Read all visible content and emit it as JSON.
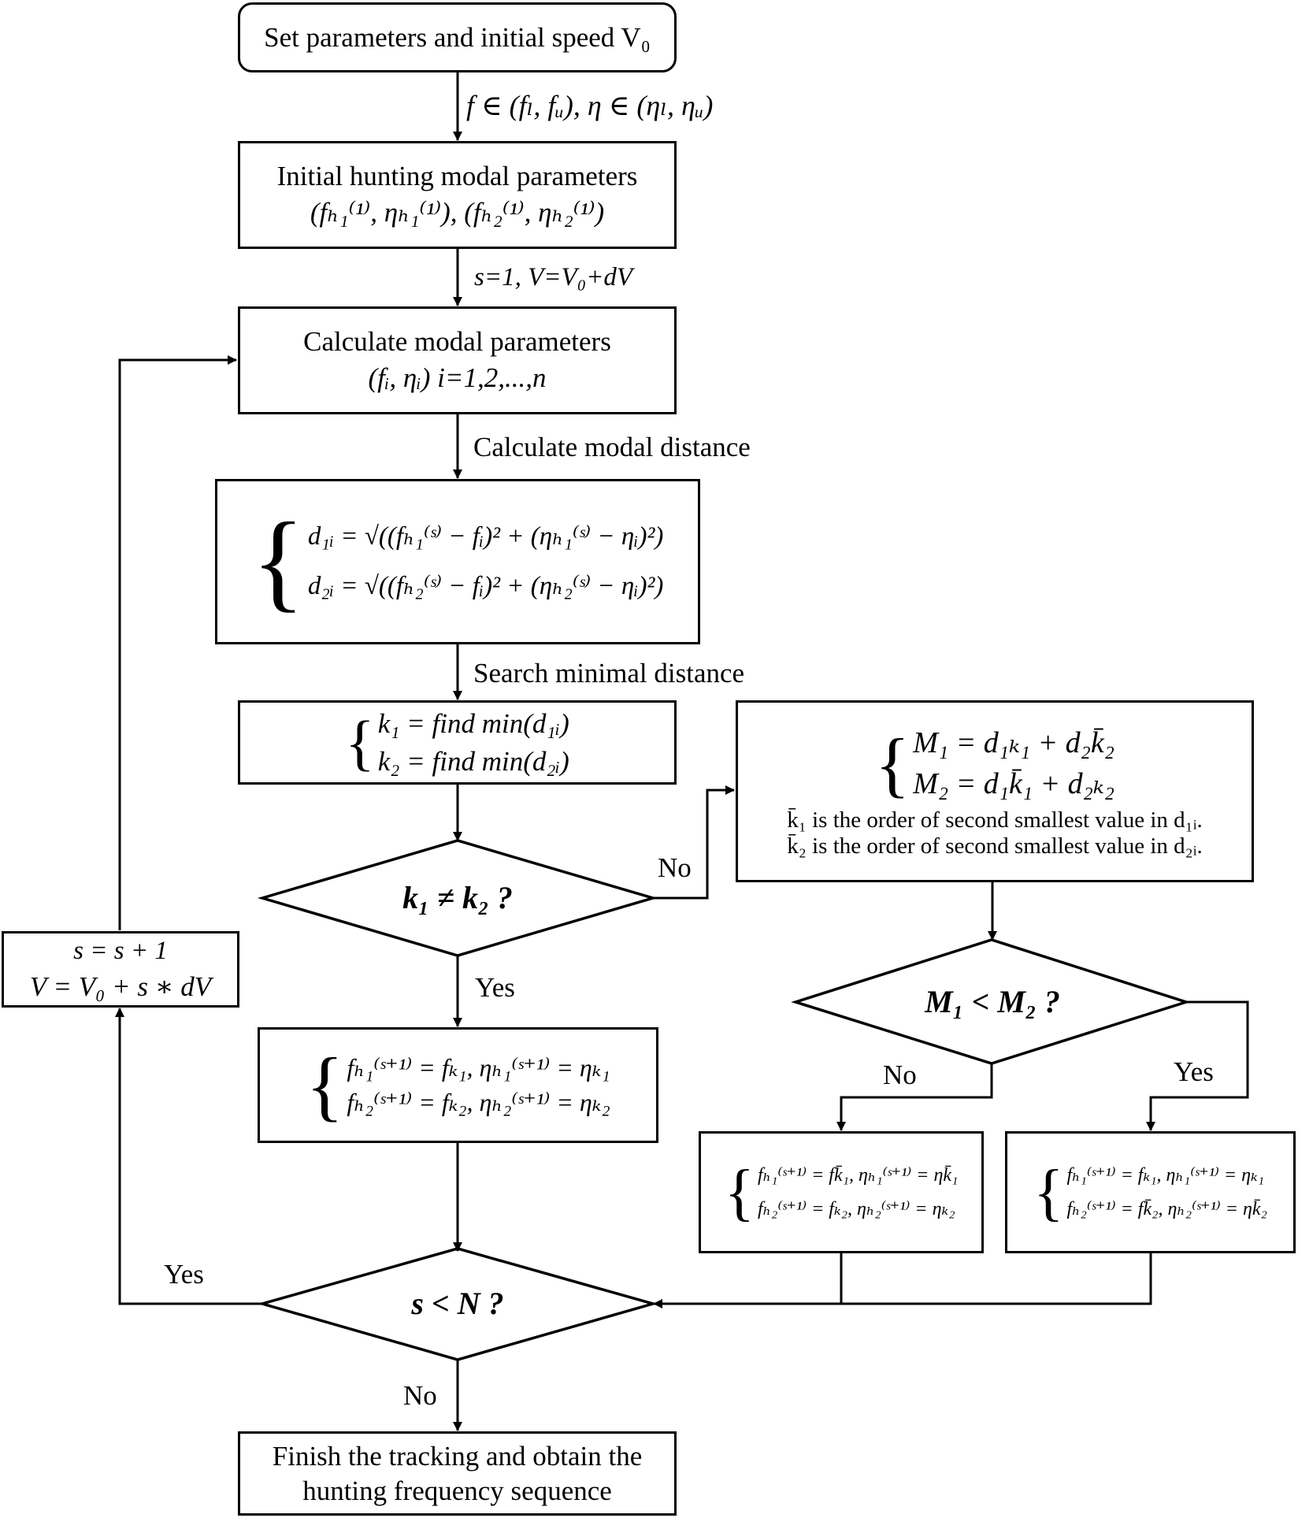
{
  "nodes": {
    "start": "Set parameters and initial speed V₀",
    "init_title": "Initial hunting modal parameters",
    "init_formula": "(fₕ₁⁽¹⁾, ηₕ₁⁽¹⁾), (fₕ₂⁽¹⁾, ηₕ₂⁽¹⁾)",
    "calc_title": "Calculate modal parameters",
    "calc_formula": "(fᵢ, ηᵢ)  i=1,2,...,n",
    "dist_line1": "d₁ᵢ = √((fₕ₁⁽ˢ⁾ − fᵢ)² + (ηₕ₁⁽ˢ⁾ − ηᵢ)²)",
    "dist_line2": "d₂ᵢ = √((fₕ₂⁽ˢ⁾ − fᵢ)² + (ηₕ₂⁽ˢ⁾ − ηᵢ)²)",
    "find_line1": "k₁ = find  min(d₁ᵢ)",
    "find_line2": "k₂ = find  min(d₂ᵢ)",
    "m_line1": "M₁ = d₁ₖ₁ + d₂k̄₂",
    "m_line2": "M₂ = d₁k̄₁ + d₂ₖ₂",
    "m_note1": "k̄₁  is the order of second smallest value in  d₁ᵢ.",
    "m_note2": "k̄₂  is the order of second smallest value in d₂ᵢ.",
    "dec1": "k₁ ≠ k₂ ?",
    "dec2": "M₁ < M₂ ?",
    "dec3": "s < N ?",
    "upd_mid_1": "fₕ₁⁽ˢ⁺¹⁾ = fₖ₁,   ηₕ₁⁽ˢ⁺¹⁾ = ηₖ₁",
    "upd_mid_2": "fₕ₂⁽ˢ⁺¹⁾ = fₖ₂,   ηₕ₂⁽ˢ⁺¹⁾ = ηₖ₂",
    "upd_no_1": "fₕ₁⁽ˢ⁺¹⁾ = fk̄₁, ηₕ₁⁽ˢ⁺¹⁾ = ηk̄₁",
    "upd_no_2": "fₕ₂⁽ˢ⁺¹⁾ = fₖ₂, ηₕ₂⁽ˢ⁺¹⁾ = ηₖ₂",
    "upd_yes_1": "fₕ₁⁽ˢ⁺¹⁾ = fₖ₁, ηₕ₁⁽ˢ⁺¹⁾ = ηₖ₁",
    "upd_yes_2": "fₕ₂⁽ˢ⁺¹⁾ = fk̄₂, ηₕ₂⁽ˢ⁺¹⁾ = ηk̄₂",
    "inc_1": "s = s + 1",
    "inc_2": "V = V₀ + s ∗ dV",
    "finish": "Finish the tracking and obtain the hunting frequency sequence"
  },
  "edge_labels": {
    "range": "f ∈ (fₗ, fᵤ), η ∈ (ηₗ, ηᵤ)",
    "init_step": "s=1, V=V₀+dV",
    "calc_distance": "Calculate modal distance",
    "search_min": "Search minimal distance",
    "dec1_no": "No",
    "dec1_yes": "Yes",
    "dec2_no": "No",
    "dec2_yes": "Yes",
    "dec3_yes": "Yes",
    "dec3_no": "No"
  }
}
